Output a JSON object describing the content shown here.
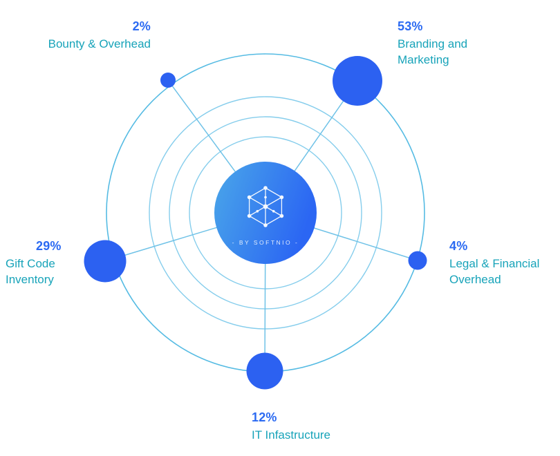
{
  "chart_data": {
    "type": "pie",
    "title": "",
    "categories": [
      "Branding and Marketing",
      "Gift Code Inventory",
      "IT Infastructure",
      "Legal & Financial Overhead",
      "Bounty & Overhead"
    ],
    "values": [
      53,
      29,
      12,
      4,
      2
    ],
    "unit": "%",
    "layout": "radial-orbit-bubbles",
    "legend_position": "labels-around-orbits",
    "grid": "concentric-circles"
  },
  "center": {
    "brand_text": "- BY SOFTNIO -",
    "icon": "hexagon-network-icon"
  },
  "annotations": [
    {
      "id": "bounty",
      "pct": "2%",
      "lines": [
        "Bounty & Overhead"
      ]
    },
    {
      "id": "branding",
      "pct": "53%",
      "lines": [
        "Branding and",
        "Marketing"
      ]
    },
    {
      "id": "legal",
      "pct": "4%",
      "lines": [
        "Legal & Financial",
        "Overhead"
      ]
    },
    {
      "id": "it",
      "pct": "12%",
      "lines": [
        "IT Infastructure"
      ]
    },
    {
      "id": "gift",
      "pct": "29%",
      "lines": [
        "Gift Code",
        "Inventory"
      ]
    }
  ],
  "colors": {
    "pct_text": "#2b6af2",
    "label_text": "#17a3b9",
    "dot_fill": "#2c61f1",
    "orbit_stroke_inner": "#85cdec",
    "orbit_stroke_outer": "#55bbe3",
    "spoke_stroke": "#6fc2e7",
    "center_gradient_start": "#4aa7e9",
    "center_gradient_end": "#2b66f3",
    "center_icon": "#ffffff"
  }
}
